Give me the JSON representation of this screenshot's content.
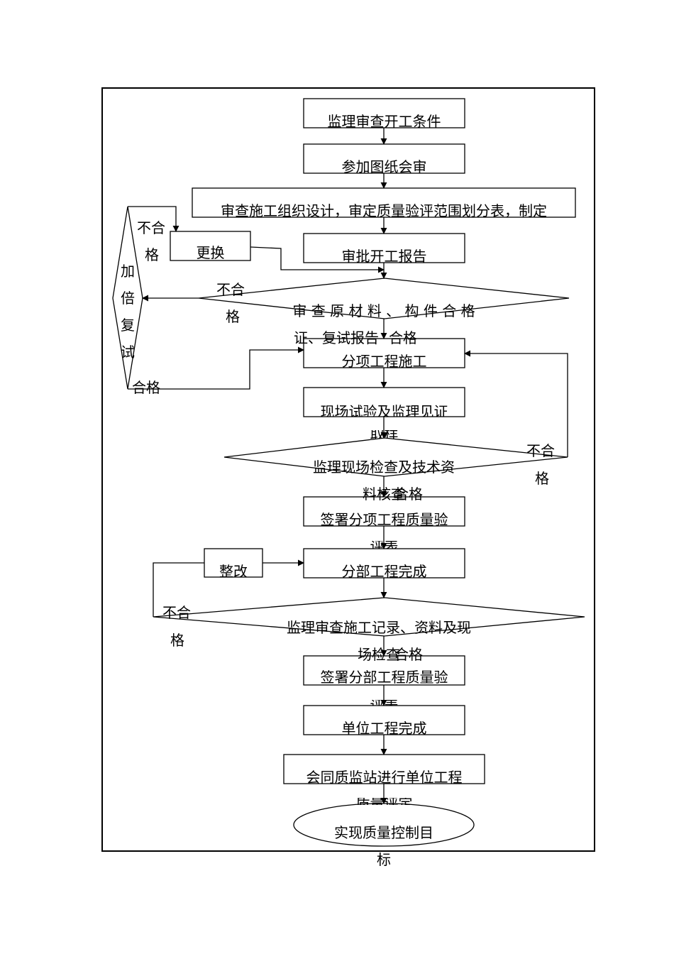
{
  "flow": {
    "start_check": "监理审查开工条件",
    "drawing_review": "参加图纸会审",
    "org_design": "审查施工组织设计，审定质量验评范围划分表，制定",
    "start_report": "审批开工报告",
    "replace": "更换",
    "material_line1": "审 查 原 材 料 、 构 件 合 格",
    "material_line2": "证、复试报告",
    "retest_chars": [
      "加",
      "倍",
      "复",
      "试"
    ],
    "subitem_construction": "分项工程施工",
    "field_test": "现场试验及监理见证",
    "field_test_line2": "取样",
    "site_inspect_line1": "监理现场检查及技术资",
    "site_inspect_line2": "料核查",
    "sign_subitem": "签署分项工程质量验",
    "sign_subitem_line2": "评表",
    "rectify": "整改",
    "division_complete": "分部工程完成",
    "record_check_line1": "监理审查施工记录、资料及现",
    "record_check_line2": "场检查",
    "sign_division": "签署分部工程质量验",
    "sign_division_line2": "评表",
    "unit_complete": "单位工程完成",
    "joint_eval": "会同质监站进行单位工程",
    "joint_eval_line2": "质量评定",
    "goal_line1": "实现质量控制目",
    "goal_line2": "标"
  },
  "labels": {
    "fail": "不合",
    "fail_2": "格",
    "pass": "合格"
  },
  "colors": {
    "line": "#000000",
    "background": "#ffffff"
  }
}
